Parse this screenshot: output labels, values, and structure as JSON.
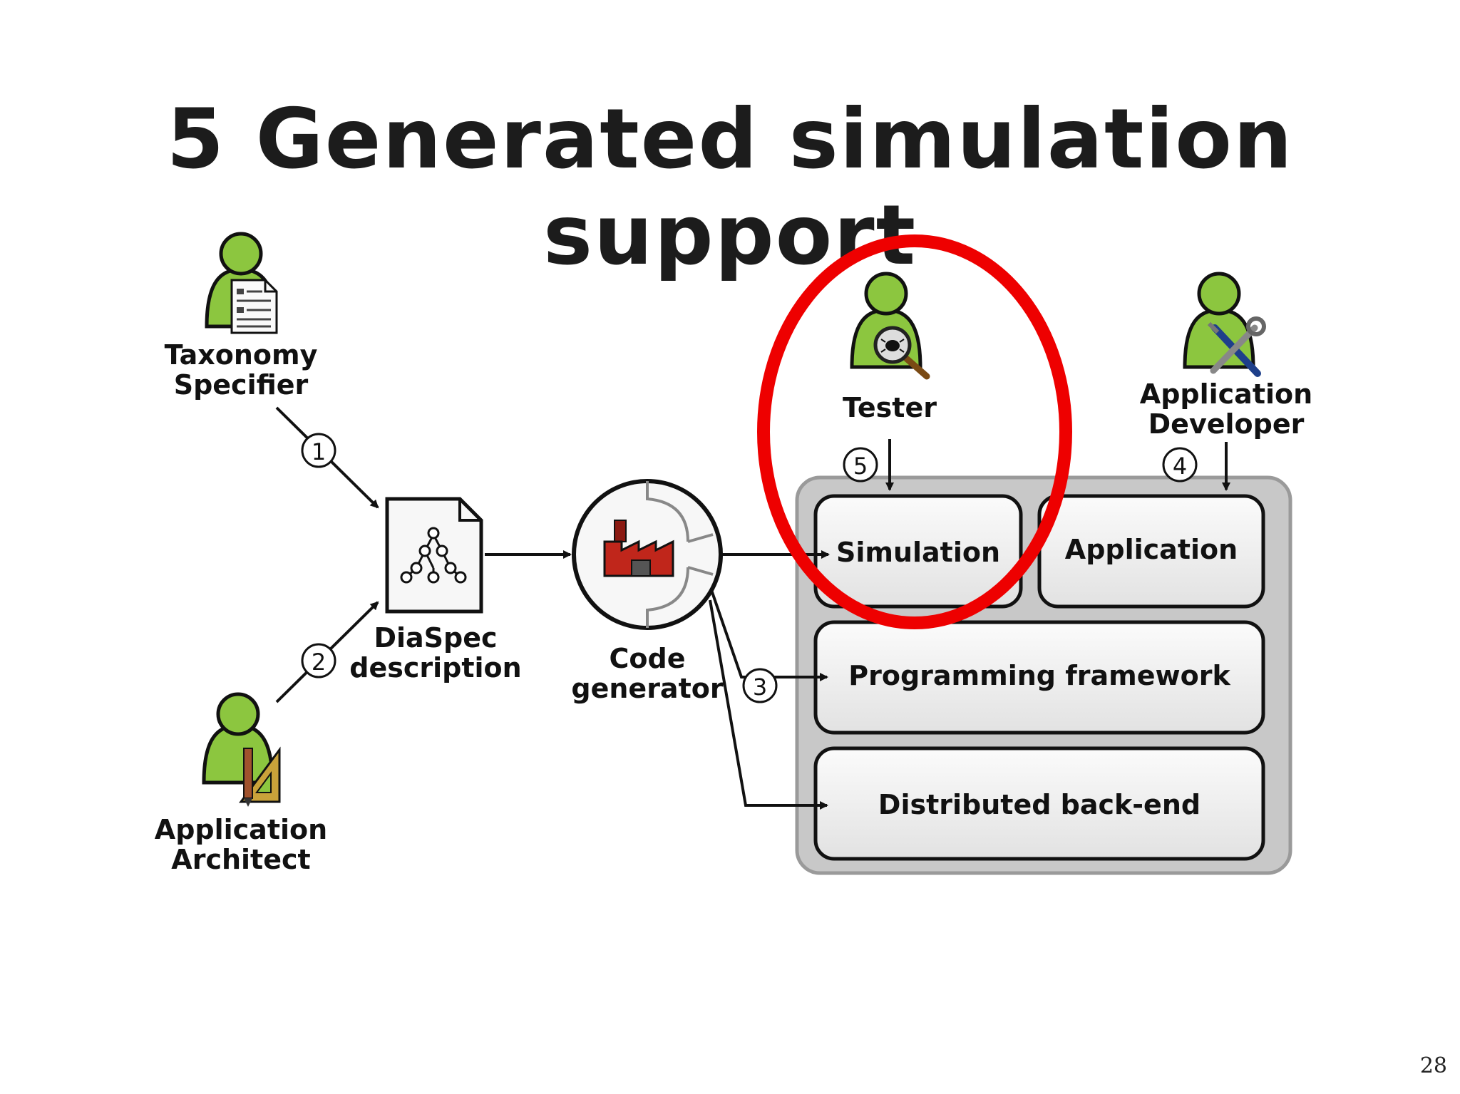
{
  "title": "5 Generated simulation support",
  "page_number": "28",
  "actors": {
    "taxonomy_specifier": [
      "Taxonomy",
      "Specifier"
    ],
    "application_architect": [
      "Application",
      "Architect"
    ],
    "tester": "Tester",
    "application_developer": [
      "Application",
      "Developer"
    ]
  },
  "nodes": {
    "diaspec": [
      "DiaSpec",
      "description"
    ],
    "code_generator": [
      "Code",
      "generator"
    ]
  },
  "boxes": {
    "simulation": "Simulation",
    "application": "Application",
    "programming_framework": "Programming framework",
    "distributed_backend": "Distributed back-end"
  },
  "steps": [
    "1",
    "2",
    "3",
    "4",
    "5"
  ],
  "colors": {
    "person_green": "#8cc63f",
    "highlight_red": "#ee0000",
    "factory_red": "#c0261b",
    "container_gray": "#c8c8c8",
    "box_fill": "#f2f2f2"
  },
  "icons": {
    "taxonomy_specifier": "document-icon",
    "application_architect": "ruler-pencil-icon",
    "tester": "magnifier-bug-icon",
    "application_developer": "tools-icon",
    "diaspec": "tree-document-icon",
    "code_generator": "factory-icon"
  }
}
